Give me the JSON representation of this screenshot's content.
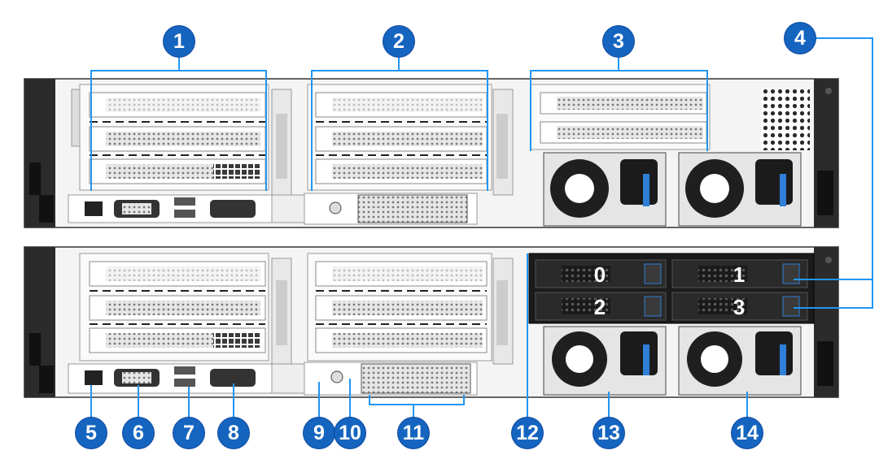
{
  "callouts": {
    "c1": "1",
    "c2": "2",
    "c3": "3",
    "c4": "4",
    "c5": "5",
    "c6": "6",
    "c7": "7",
    "c8": "8",
    "c9": "9",
    "c10": "10",
    "c11": "11",
    "c12": "12",
    "c13": "13",
    "c14": "14"
  },
  "drive_bays": {
    "b0": "0",
    "b1": "1",
    "b2": "2",
    "b3": "3"
  },
  "colors": {
    "callout": "#1565c0",
    "leader": "#2196f3",
    "chassis": "#2b2b2b",
    "power_latch": "#2f7fd8"
  }
}
